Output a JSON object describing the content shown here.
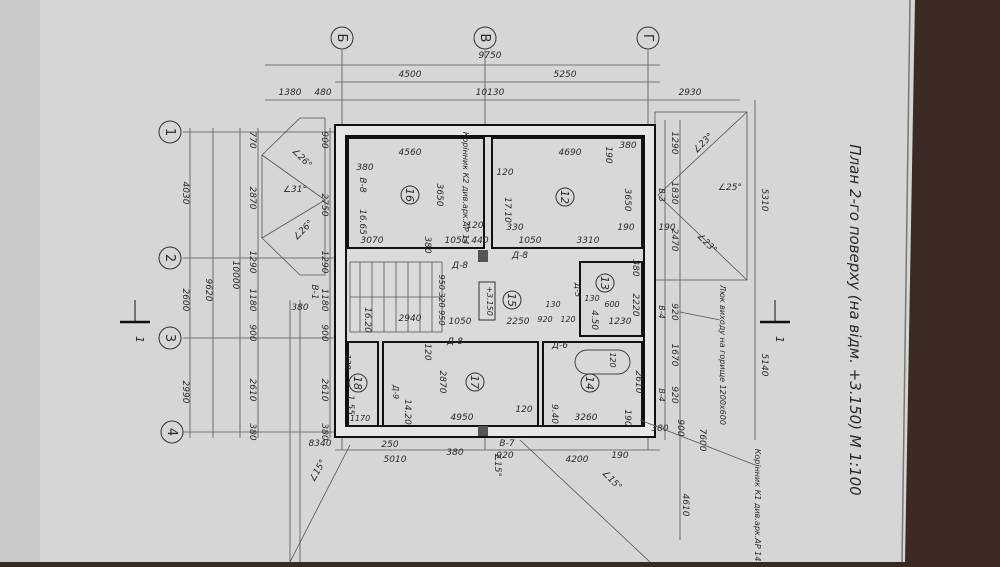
{
  "title": "План 2-го поверху (на відм. +3.150) М 1:100",
  "axes": {
    "letters": [
      "Б",
      "В",
      "Г"
    ],
    "numbers": [
      "1",
      "2",
      "3",
      "4"
    ]
  },
  "section_mark": "1",
  "top_dims": {
    "total": "9750",
    "a": "4500",
    "b": "5250",
    "outer": "10130",
    "left1": "1380",
    "left2": "480",
    "right": "2930"
  },
  "left_dims": {
    "c1": [
      "4030",
      "2600",
      "2990"
    ],
    "c2": "9620",
    "c3": "10000",
    "c4": [
      "770",
      "2870",
      "1290",
      "1180",
      "900",
      "2610",
      "380"
    ],
    "c5": [
      "900",
      "2750",
      "1290",
      "1180",
      "900",
      "2610",
      "380"
    ],
    "extra": "380",
    "window": "В-1"
  },
  "rooms": {
    "r16": {
      "num": "16",
      "area": "16.65",
      "window": "В-8",
      "dims": [
        "4560",
        "380",
        "3650",
        "3070",
        "380",
        "1050",
        "440",
        "120"
      ],
      "door": "Д-8",
      "note": "Корінник К2 див.арк.АР 14"
    },
    "r12": {
      "num": "12",
      "area": "17.10",
      "dims": [
        "4690",
        "380",
        "190",
        "120",
        "3650",
        "190",
        "330",
        "1050",
        "3310"
      ],
      "door": "Д-8"
    },
    "r15": {
      "num": "15",
      "level": "+3.150",
      "dims": [
        "950 320 950",
        "2940",
        "1050",
        "2250"
      ],
      "stair_area": "16.20",
      "door": "Д-8"
    },
    "r13": {
      "num": "13",
      "area": "4.50",
      "dims": [
        "380",
        "2220",
        "130",
        "600",
        "1230",
        "130",
        "920",
        "120"
      ],
      "door": "Д-5"
    },
    "r14": {
      "num": "14",
      "area": "9.40",
      "dims": [
        "120",
        "2610",
        "3260",
        "190",
        "120"
      ],
      "door": "Д-6"
    },
    "r17": {
      "num": "17",
      "area": "14.20",
      "dims": [
        "120",
        "2870",
        "4950"
      ],
      "door": "Д-9"
    },
    "r18": {
      "num": "18",
      "area": "1.55",
      "dims": [
        "130",
        "1170",
        "250"
      ]
    }
  },
  "bottom_dims": [
    "5010",
    "380",
    "920",
    "4200",
    "190",
    "8340"
  ],
  "bottom_window": "В-7",
  "right_dims": {
    "values": [
      "1290",
      "1830",
      "2470",
      "190",
      "920",
      "1670",
      "920",
      "380",
      "900",
      "5310",
      "5140",
      "7600",
      "4610"
    ],
    "windows": [
      "В-3",
      "В-4",
      "В-4"
    ]
  },
  "notes": {
    "hatch": "Люк виходу на горище 1200х600",
    "chimney": "Корінник К1 див.арк.АР 14"
  },
  "angles": [
    "∠25°",
    "∠23°",
    "∠23°",
    "∠31°",
    "∠26°",
    "∠26°",
    "∠15°",
    "∠15°",
    "∠15°"
  ]
}
